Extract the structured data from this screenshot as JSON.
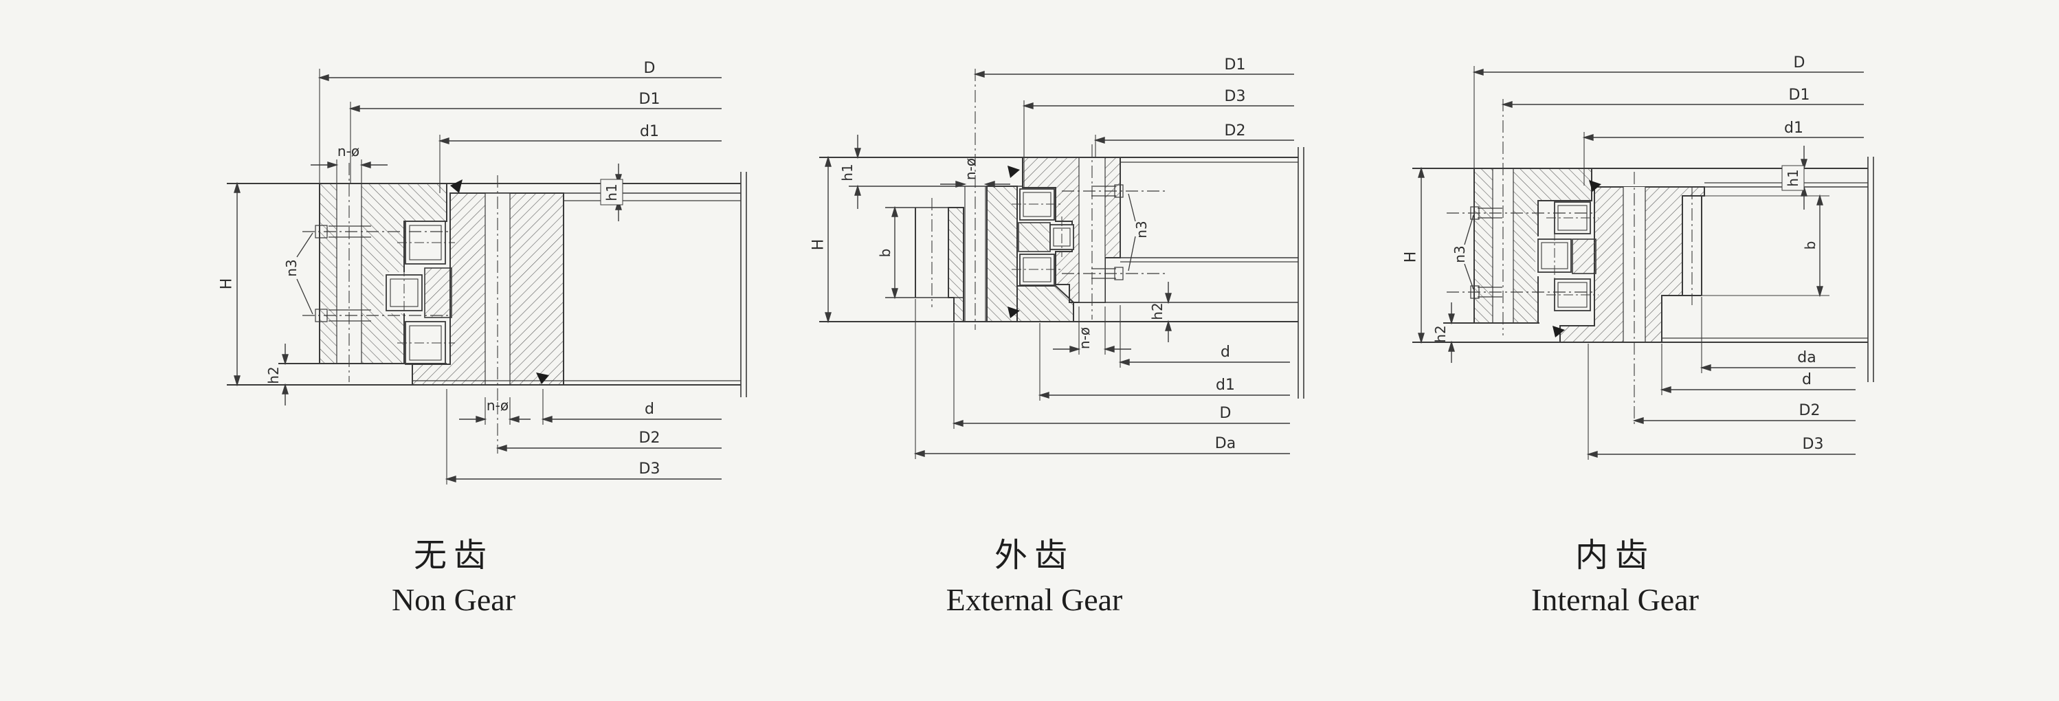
{
  "palette": {
    "background": "#f5f5f2",
    "line_color": "#3a3a3a",
    "hatch_color": "#5e5e5e"
  },
  "diagrams": [
    {
      "name": "non-gear",
      "caption_zh": "无齿",
      "caption_en": "Non Gear",
      "labels": {
        "D": "D",
        "D1": "D1",
        "d1": "d1",
        "n_phi_top": "n-ø",
        "n3": "n3",
        "H": "H",
        "h1": "h1",
        "h2": "h2",
        "n_phi_bottom": "n-ø",
        "d": "d",
        "D2": "D2",
        "D3": "D3"
      }
    },
    {
      "name": "external-gear",
      "caption_zh": "外齿",
      "caption_en": "External Gear",
      "labels": {
        "D1": "D1",
        "D3": "D3",
        "D2": "D2",
        "n_phi_top": "n-ø",
        "h1": "h1",
        "b": "b",
        "H": "H",
        "n3": "n3",
        "h2": "h2",
        "n_phi_bottom": "n-ø",
        "d": "d",
        "d1": "d1",
        "D": "D",
        "Da": "Da"
      }
    },
    {
      "name": "internal-gear",
      "caption_zh": "内齿",
      "caption_en": "Internal Gear",
      "labels": {
        "D": "D",
        "D1": "D1",
        "d1": "d1",
        "n3": "n3",
        "H": "H",
        "h1": "h1",
        "h2": "h2",
        "b": "b",
        "da": "da",
        "d": "d",
        "D2": "D2",
        "D3": "D3"
      }
    }
  ]
}
